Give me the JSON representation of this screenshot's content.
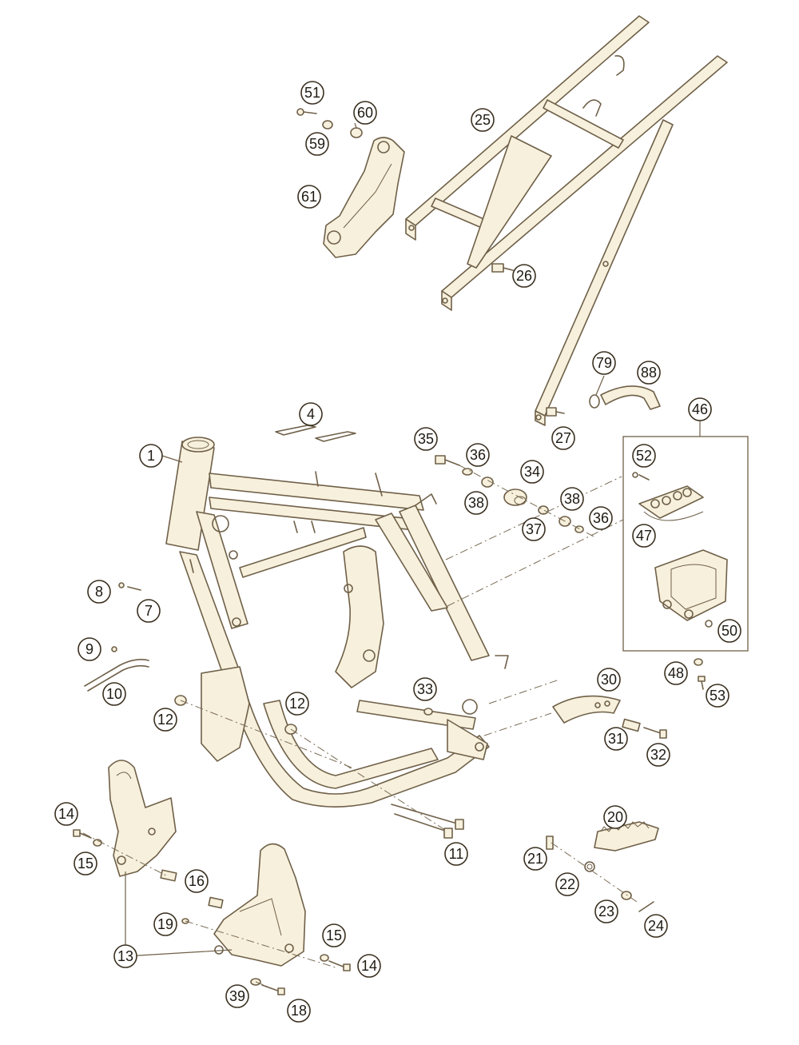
{
  "callouts": [
    {
      "id": "c51",
      "label": "51"
    },
    {
      "id": "c60",
      "label": "60"
    },
    {
      "id": "c59",
      "label": "59"
    },
    {
      "id": "c61",
      "label": "61"
    },
    {
      "id": "c25",
      "label": "25"
    },
    {
      "id": "c26",
      "label": "26"
    },
    {
      "id": "c79",
      "label": "79"
    },
    {
      "id": "c88",
      "label": "88"
    },
    {
      "id": "c4",
      "label": "4"
    },
    {
      "id": "c46",
      "label": "46"
    },
    {
      "id": "c27",
      "label": "27"
    },
    {
      "id": "c52",
      "label": "52"
    },
    {
      "id": "c35",
      "label": "35"
    },
    {
      "id": "c36a",
      "label": "36"
    },
    {
      "id": "c34",
      "label": "34"
    },
    {
      "id": "c1",
      "label": "1"
    },
    {
      "id": "c38a",
      "label": "38"
    },
    {
      "id": "c38b",
      "label": "38"
    },
    {
      "id": "c37",
      "label": "37"
    },
    {
      "id": "c36b",
      "label": "36"
    },
    {
      "id": "c47",
      "label": "47"
    },
    {
      "id": "c8",
      "label": "8"
    },
    {
      "id": "c7",
      "label": "7"
    },
    {
      "id": "c50",
      "label": "50"
    },
    {
      "id": "c9",
      "label": "9"
    },
    {
      "id": "c10",
      "label": "10"
    },
    {
      "id": "c48",
      "label": "48"
    },
    {
      "id": "c53",
      "label": "53"
    },
    {
      "id": "c30",
      "label": "30"
    },
    {
      "id": "c33",
      "label": "33"
    },
    {
      "id": "c12a",
      "label": "12"
    },
    {
      "id": "c12b",
      "label": "12"
    },
    {
      "id": "c31",
      "label": "31"
    },
    {
      "id": "c32",
      "label": "32"
    },
    {
      "id": "c20",
      "label": "20"
    },
    {
      "id": "c14a",
      "label": "14"
    },
    {
      "id": "c11",
      "label": "11"
    },
    {
      "id": "c21",
      "label": "21"
    },
    {
      "id": "c15a",
      "label": "15"
    },
    {
      "id": "c16",
      "label": "16"
    },
    {
      "id": "c22",
      "label": "22"
    },
    {
      "id": "c19",
      "label": "19"
    },
    {
      "id": "c23",
      "label": "23"
    },
    {
      "id": "c24",
      "label": "24"
    },
    {
      "id": "c15b",
      "label": "15"
    },
    {
      "id": "c13",
      "label": "13"
    },
    {
      "id": "c14b",
      "label": "14"
    },
    {
      "id": "c39",
      "label": "39"
    },
    {
      "id": "c18",
      "label": "18"
    }
  ],
  "colors": {
    "line": "#6f6048",
    "part_fill": "#f7f0dc",
    "badge_stroke": "#3a3020",
    "background": "#ffffff"
  }
}
